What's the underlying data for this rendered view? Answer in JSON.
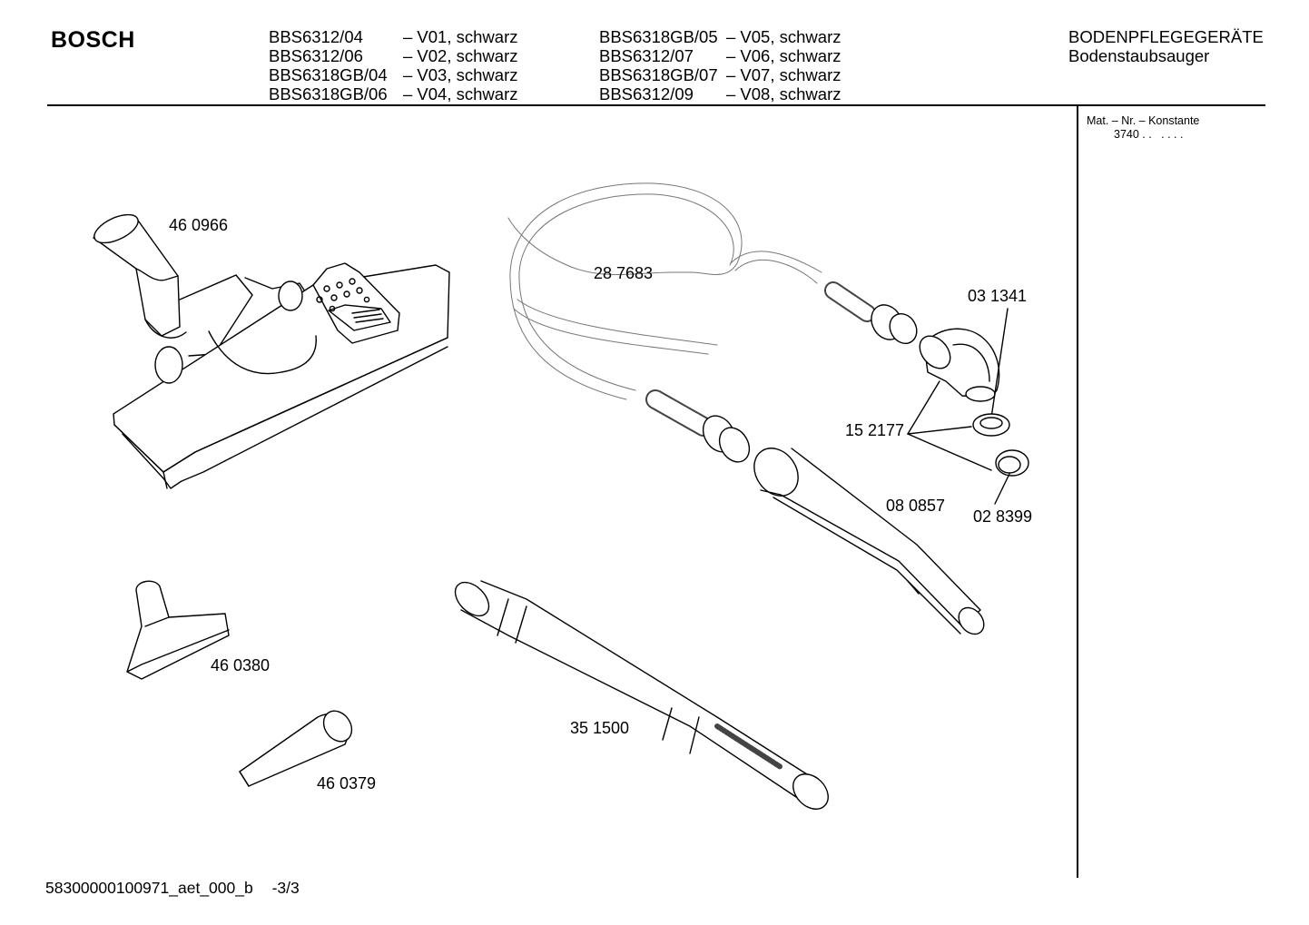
{
  "header": {
    "brand": "BOSCH",
    "models_col1": [
      {
        "model": "BBS6312/04",
        "variant": "– V01, schwarz"
      },
      {
        "model": "BBS6312/06",
        "variant": "– V02, schwarz"
      },
      {
        "model": "BBS6318GB/04",
        "variant": "– V03, schwarz"
      },
      {
        "model": "BBS6318GB/06",
        "variant": "– V04, schwarz"
      }
    ],
    "models_col2": [
      {
        "model": "BBS6318GB/05",
        "variant": "– V05, schwarz"
      },
      {
        "model": "BBS6312/07",
        "variant": "– V06, schwarz"
      },
      {
        "model": "BBS6318GB/07",
        "variant": "– V07, schwarz"
      },
      {
        "model": "BBS6312/09",
        "variant": "– V08, schwarz"
      }
    ],
    "category": "BODENPFLEGEGERÄTE",
    "subcategory": "Bodenstaubsauger"
  },
  "sidebar": {
    "heading": "Mat. – Nr. – Konstante",
    "value": "3740 . .   . . . ."
  },
  "parts": {
    "floor_nozzle": "46 0966",
    "hose": "28 7683",
    "elbow": "03 1341",
    "clip": "15 2177",
    "seal": "02 8399",
    "handle_tube": "08 0857",
    "upholstery_nozzle": "46 0380",
    "telescopic_tube": "35 1500",
    "crevice_nozzle": "46 0379"
  },
  "footer": {
    "doc_id": "58300000100971_aet_000_b",
    "page": "-3/3"
  }
}
